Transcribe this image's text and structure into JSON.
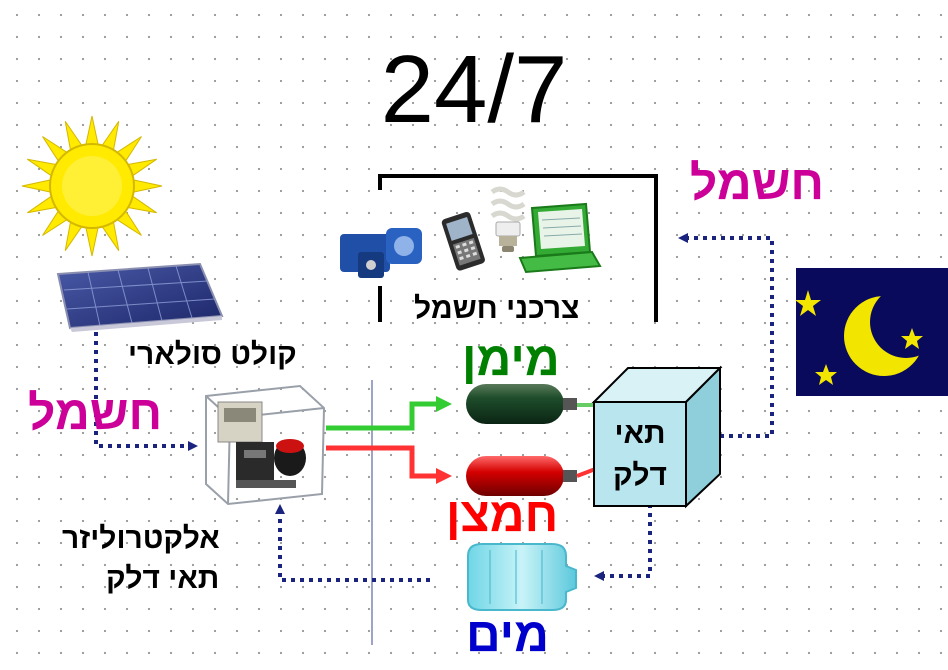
{
  "title": "24/7",
  "labels": {
    "electricity_left": "חשמל",
    "electricity_right": "חשמל",
    "solar_collector": "קולט סולארי",
    "electrolyzer_line1": "אלקטרוליזר",
    "electrolyzer_line2": "תאי דלק",
    "consumers": "צרכני חשמל",
    "hydrogen": "מימן",
    "oxygen": "חמצן",
    "water": "מים",
    "fuel_cell_line1": "תאי",
    "fuel_cell_line2": "דלק"
  },
  "colors": {
    "electricity": "#cc0099",
    "hydrogen": "#008000",
    "oxygen": "#ff0000",
    "water": "#0000cc",
    "flow": "#1a237e",
    "night_sky": "#0a0a5c",
    "moon": "#f2e600",
    "sun": "#ffea00",
    "fuel_cell_box": "#b9e6ee"
  },
  "icons": [
    "sun-icon",
    "solar-panel-icon",
    "electrolyzer-icon",
    "motor-icon",
    "phone-icon",
    "bulb-icon",
    "laptop-icon",
    "moon-icon",
    "star-icon",
    "tank-icon",
    "water-bottle-icon"
  ]
}
